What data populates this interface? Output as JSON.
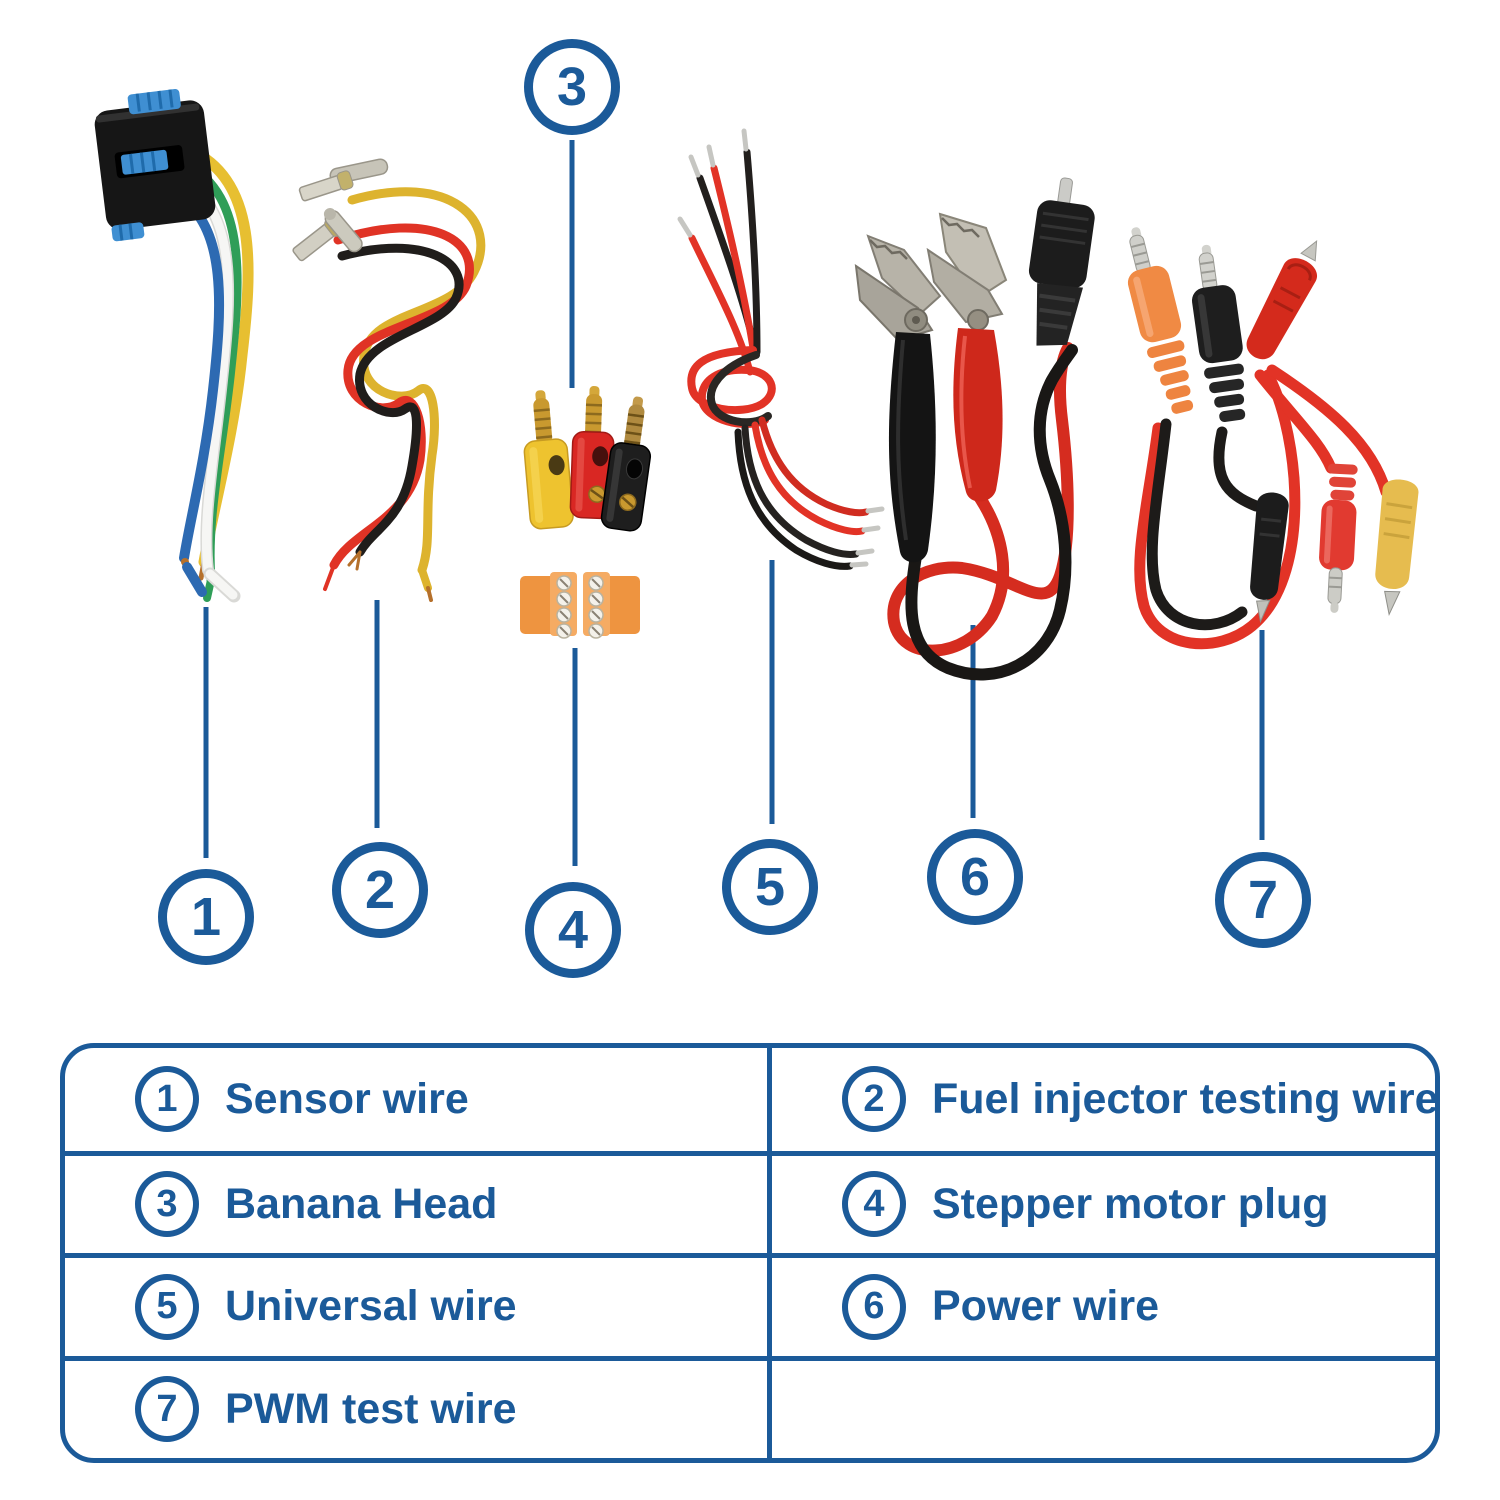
{
  "colors": {
    "accent_blue": "#1b5a99",
    "wire_red": "#dd3225",
    "wire_black": "#1d1b19",
    "wire_yellow": "#ddb32e",
    "wire_green": "#2f9e58",
    "wire_white": "#f6f6f4",
    "wire_blue": "#2d6ab2",
    "plug_orange": "#ee9440",
    "metal_silver": "#c9c6bb",
    "metal_gold": "#c9992f"
  },
  "callouts": [
    {
      "number": "1",
      "label": "Sensor wire"
    },
    {
      "number": "2",
      "label": "Fuel injector testing wire"
    },
    {
      "number": "3",
      "label": "Banana Head"
    },
    {
      "number": "4",
      "label": "Stepper motor plug"
    },
    {
      "number": "5",
      "label": "Universal wire"
    },
    {
      "number": "6",
      "label": "Power wire"
    },
    {
      "number": "7",
      "label": "PWM test wire"
    }
  ],
  "table": {
    "rows": [
      {
        "left": {
          "number": "1",
          "label": "Sensor wire"
        },
        "right": {
          "number": "2",
          "label": "Fuel injector testing wire"
        }
      },
      {
        "left": {
          "number": "3",
          "label": "Banana Head"
        },
        "right": {
          "number": "4",
          "label": "Stepper motor plug"
        }
      },
      {
        "left": {
          "number": "5",
          "label": "Universal wire"
        },
        "right": {
          "number": "6",
          "label": "Power wire"
        }
      },
      {
        "left": {
          "number": "7",
          "label": "PWM test wire"
        },
        "right": null
      }
    ]
  }
}
